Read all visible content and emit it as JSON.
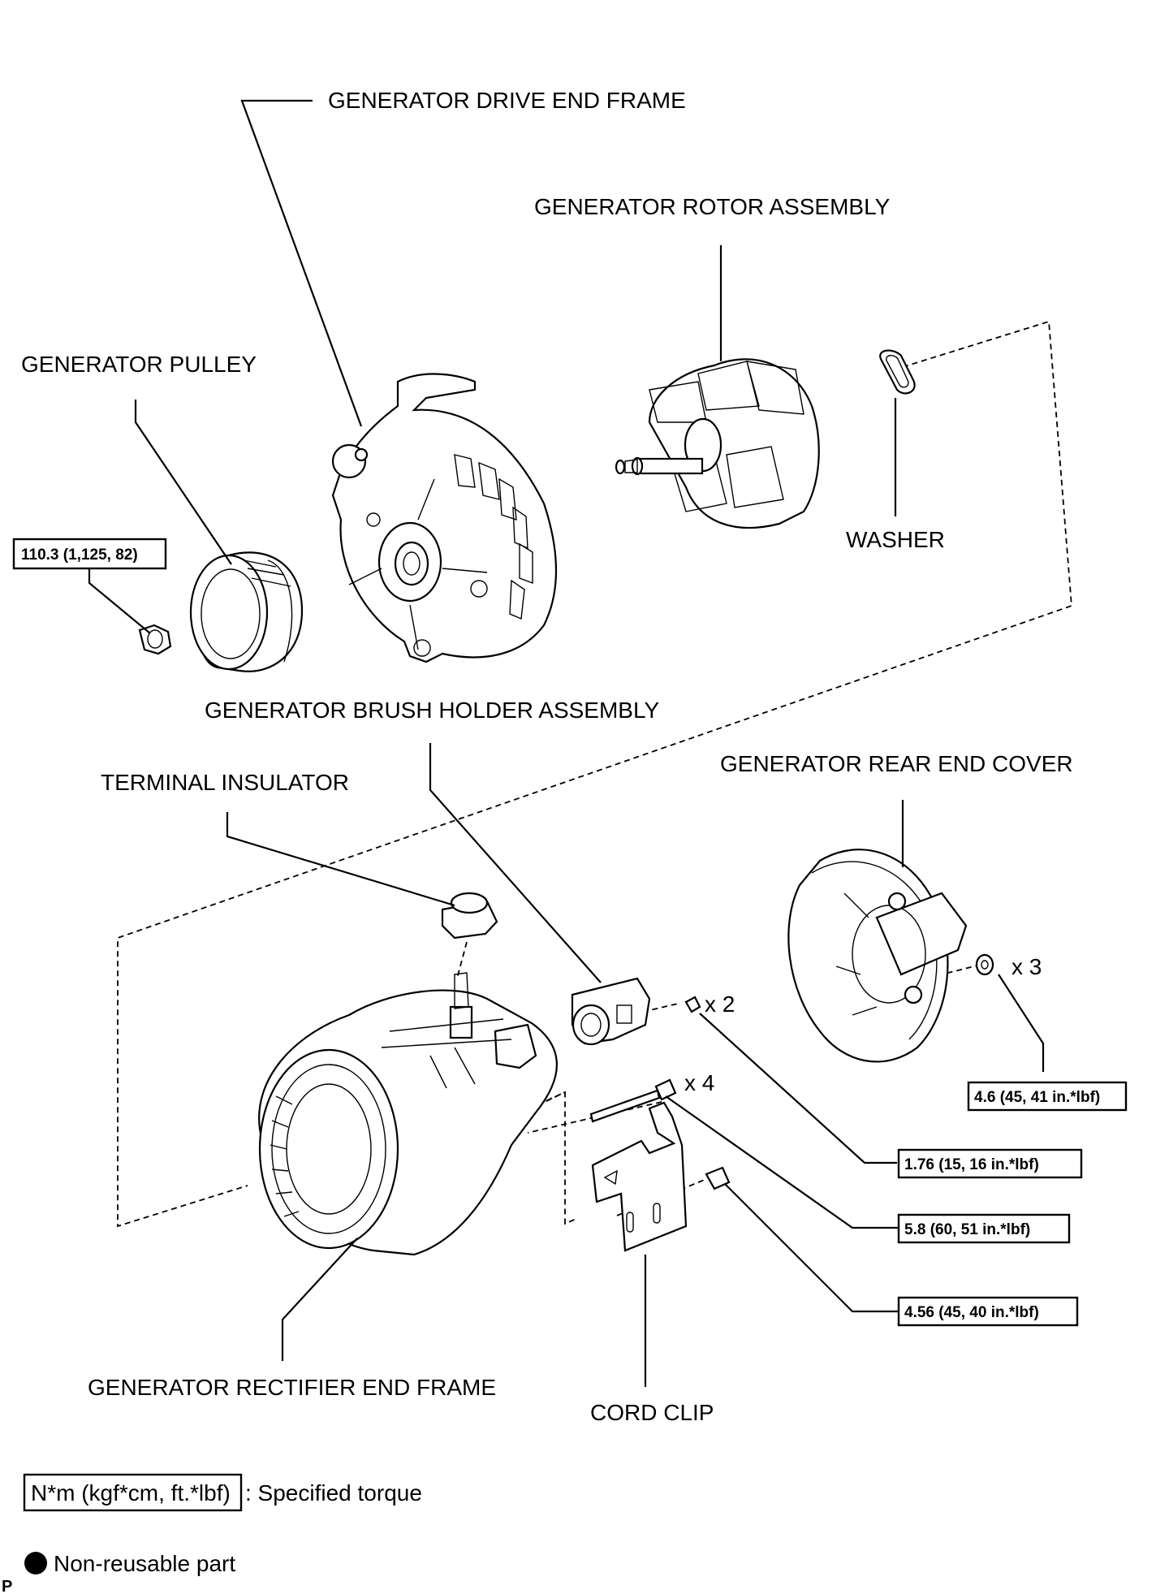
{
  "labels": {
    "drive_end_frame": "GENERATOR DRIVE END FRAME",
    "rotor_assembly": "GENERATOR ROTOR ASSEMBLY",
    "pulley": "GENERATOR PULLEY",
    "washer": "WASHER",
    "brush_holder": "GENERATOR BRUSH HOLDER ASSEMBLY",
    "rear_end_cover": "GENERATOR REAR END COVER",
    "terminal_insulator": "TERMINAL INSULATOR",
    "rectifier_end_frame": "GENERATOR RECTIFIER END FRAME",
    "cord_clip": "CORD CLIP"
  },
  "torques": {
    "pulley_nut": "110.3 (1,125, 82)",
    "rear_cover_nut": "4.6 (45, 41 in.*lbf)",
    "brush_holder_screw": "1.76 (15, 16 in.*lbf)",
    "through_bolt": "5.8 (60, 51 in.*lbf)",
    "cord_clip_bolt": "4.56 (45, 40 in.*lbf)"
  },
  "counts": {
    "rear_cover_nut": "x 3",
    "brush_holder_screw": "x 2",
    "through_bolt": "x 4"
  },
  "legend": {
    "torque_box": "N*m (kgf*cm, ft.*lbf)",
    "torque_text": ": Specified torque",
    "nonreusable_text": "Non-reusable part"
  },
  "page_code": "P"
}
